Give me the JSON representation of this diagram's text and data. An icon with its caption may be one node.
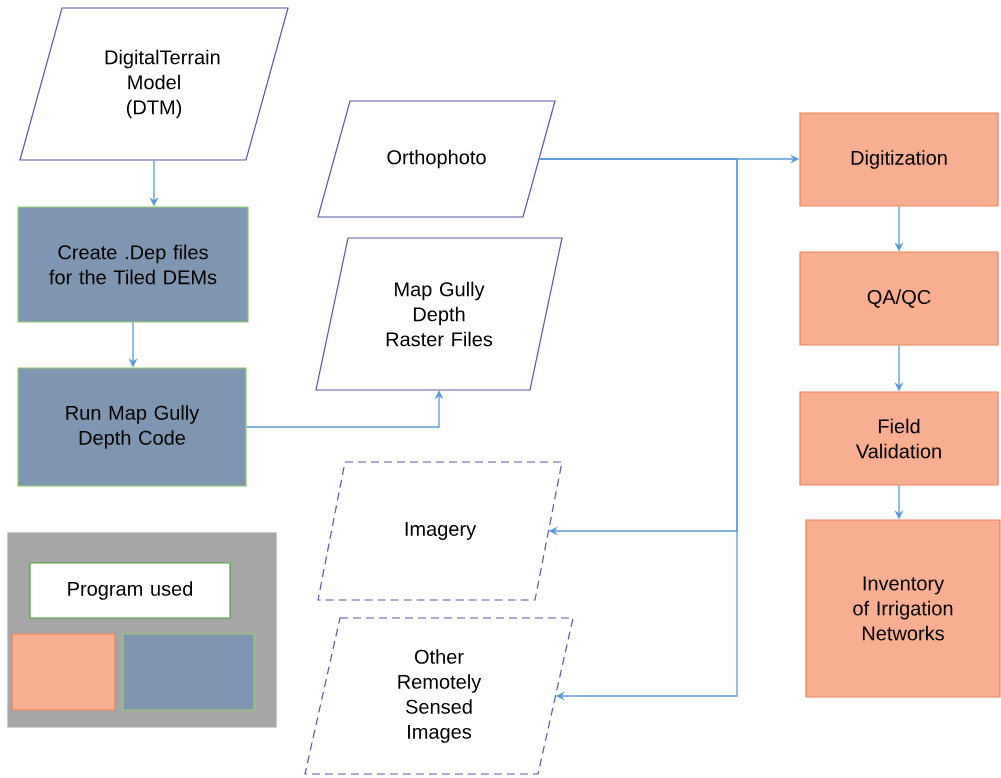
{
  "diagram": {
    "nodes": [
      {
        "text": [
          "DigitalTerrain Model (DTM)"
        ]
      },
      {
        "text": [
          "Create .Dep files for the Tiled DEMs"
        ]
      },
      {
        "text": [
          "Run Map Gully Depth Code"
        ]
      },
      {
        "text": [
          "Orthophoto"
        ]
      },
      {
        "text": [
          "Map Gully Depth Raster Files"
        ]
      },
      {
        "text": [
          "Imagery"
        ]
      },
      {
        "text": [
          "Other Remotely Sensed Images"
        ]
      },
      {
        "text": [
          "Digitization"
        ]
      },
      {
        "text": [
          "QA/QC"
        ]
      },
      {
        "text": [
          "Field Validation"
        ]
      },
      {
        "text": [
          "Inventory of Irrigation Networks"
        ]
      },
      {
        "text": [],
        "shape": "box"
      },
      {
        "text": [
          "Program used"
        ],
        "in": 11
      },
      {
        "text": [],
        "shape": "box",
        "in": 11
      },
      {
        "text": [],
        "shape": "box",
        "in": 11
      }
    ],
    "edges": [
      {
        "from": 0,
        "to": 1,
        "arrow": "to"
      },
      {
        "from": 1,
        "to": 2,
        "arrow": "to"
      },
      {
        "from": 2,
        "to": 4,
        "arrow": "to"
      },
      {
        "from": 3,
        "to": 7,
        "arrow": "to"
      },
      {
        "from": 3,
        "to": 5,
        "arrow": "to"
      },
      {
        "from": 3,
        "to": 6,
        "arrow": "to"
      },
      {
        "from": 7,
        "to": 8,
        "arrow": "to"
      },
      {
        "from": 8,
        "to": 9,
        "arrow": "to"
      },
      {
        "from": 9,
        "to": 10,
        "arrow": "to"
      }
    ]
  }
}
